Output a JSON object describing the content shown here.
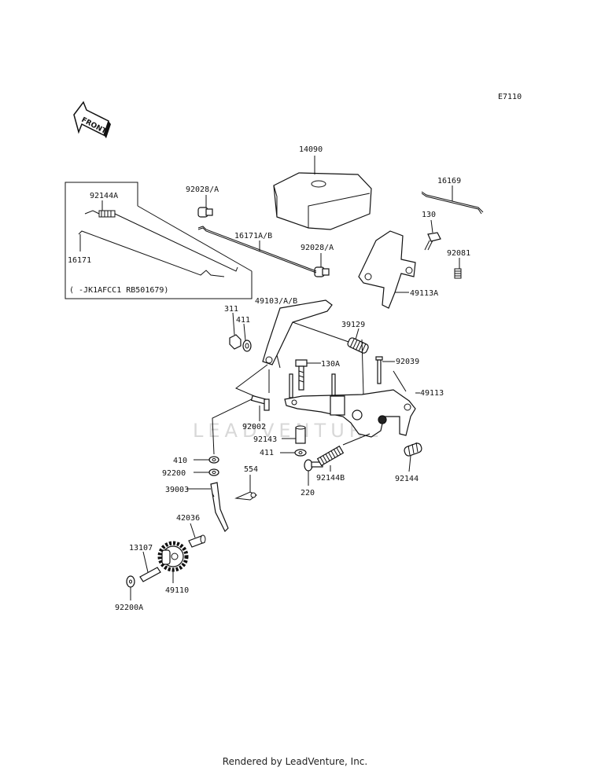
{
  "diagram_code": "E7110",
  "front_label": "FRONT",
  "watermark": "LEADVENTURE",
  "callouts": {
    "p14090": "14090",
    "p92028a_1": "92028/A",
    "p92028a_2": "92028/A",
    "p16171ab": "16171A/B",
    "p16169": "16169",
    "p130": "130",
    "p92081": "92081",
    "p49113a": "49113A",
    "p92144a": "92144A",
    "p16171": "16171",
    "serial_note": "(   -JK1AFCC1 RB501679)",
    "p311": "311",
    "p411_top": "411",
    "p49103ab": "49103/A/B",
    "p39129": "39129",
    "p130a": "130A",
    "p92039": "92039",
    "p49113": "49113",
    "p92002": "92002",
    "p92143": "92143",
    "p411_mid": "411",
    "p410": "410",
    "p92200": "92200",
    "p554": "554",
    "p92144b": "92144B",
    "p92144": "92144",
    "p220": "220",
    "p39003": "39003",
    "p42036": "42036",
    "p13107": "13107",
    "p49110": "49110",
    "p92200a": "92200A"
  },
  "footer": "Rendered by LeadVenture, Inc."
}
